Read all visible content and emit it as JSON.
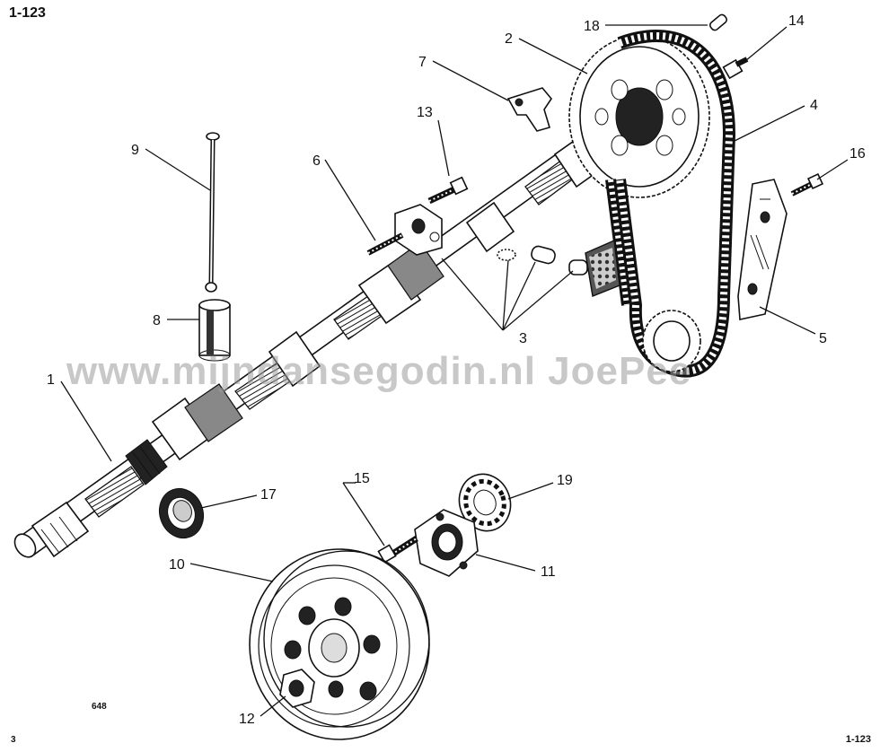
{
  "page": {
    "ref_top_left": "1-123",
    "ref_bottom_right": "1-123",
    "page_number": "3",
    "drawing_code": "648"
  },
  "watermark": "www.mijndansegodin.nl JoePee",
  "callouts": [
    {
      "id": "camshaft",
      "label": "1"
    },
    {
      "id": "sprocket",
      "label": "2"
    },
    {
      "id": "cam-followers",
      "label": "3"
    },
    {
      "id": "timing-chain",
      "label": "4"
    },
    {
      "id": "chain-guide",
      "label": "5"
    },
    {
      "id": "bracket-bolt",
      "label": "6"
    },
    {
      "id": "fork-plate",
      "label": "7"
    },
    {
      "id": "push-rod-sleeve",
      "label": "8"
    },
    {
      "id": "push-rod",
      "label": "9"
    },
    {
      "id": "pulley",
      "label": "10"
    },
    {
      "id": "bearing-housing",
      "label": "11"
    },
    {
      "id": "pulley-nut",
      "label": "12"
    },
    {
      "id": "bolt-13",
      "label": "13"
    },
    {
      "id": "bolt-14",
      "label": "14"
    },
    {
      "id": "screw-15",
      "label": "15"
    },
    {
      "id": "bolt-16",
      "label": "16"
    },
    {
      "id": "oil-seal",
      "label": "17"
    },
    {
      "id": "dowel-pin",
      "label": "18"
    },
    {
      "id": "ball-bearing",
      "label": "19"
    }
  ]
}
